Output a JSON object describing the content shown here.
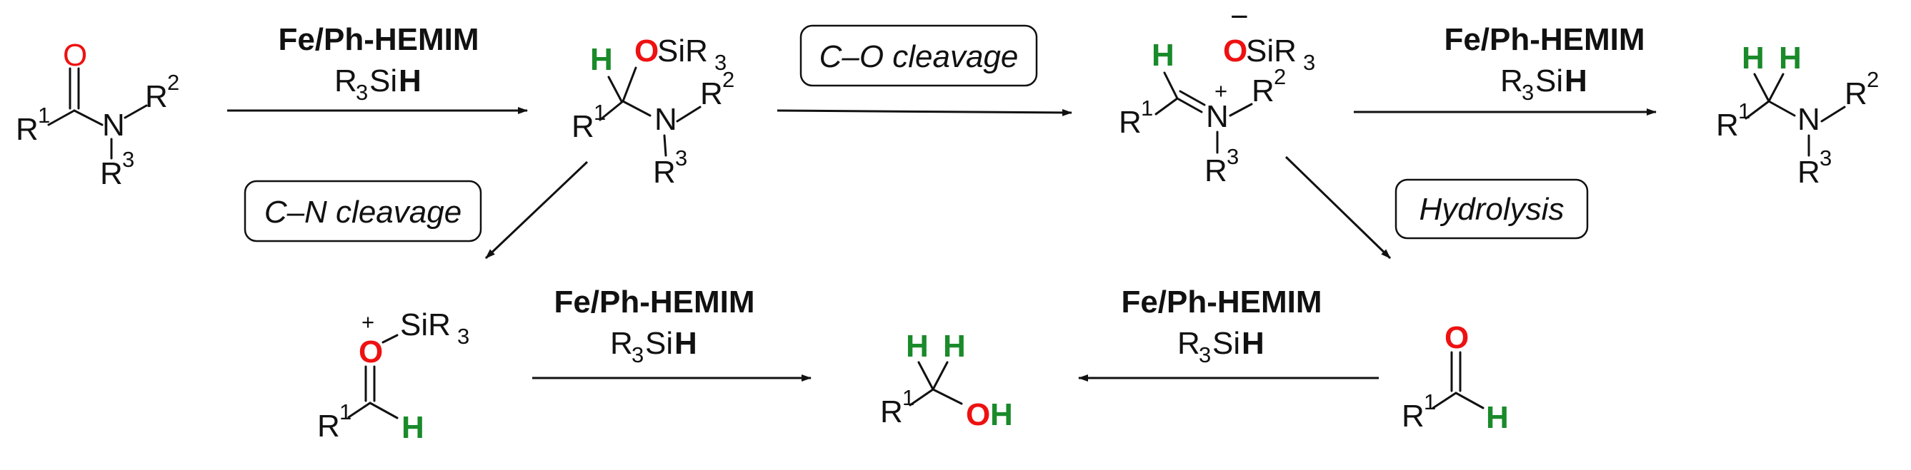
{
  "reagents": {
    "catalyst": "Fe/Ph-HEMIM",
    "silane_prefix": "R",
    "silane_sub": "3",
    "silane_si": "Si",
    "silane_h": "H"
  },
  "step_labels": {
    "co_cleavage": "C–O cleavage",
    "cn_cleavage": "C–N cleavage",
    "hydrolysis": "Hydrolysis"
  },
  "atoms": {
    "O": "O",
    "N": "N",
    "H": "H",
    "C_R": "R",
    "Si": "Si",
    "OSi": "SiR",
    "sub3": "3",
    "sup1": "1",
    "sup2": "2",
    "sup3": "3",
    "plus": "+",
    "minus": "−"
  },
  "colors": {
    "oxygen": "#ee1111",
    "hydrogen": "#1a8a2a",
    "bonds": "#111111"
  }
}
